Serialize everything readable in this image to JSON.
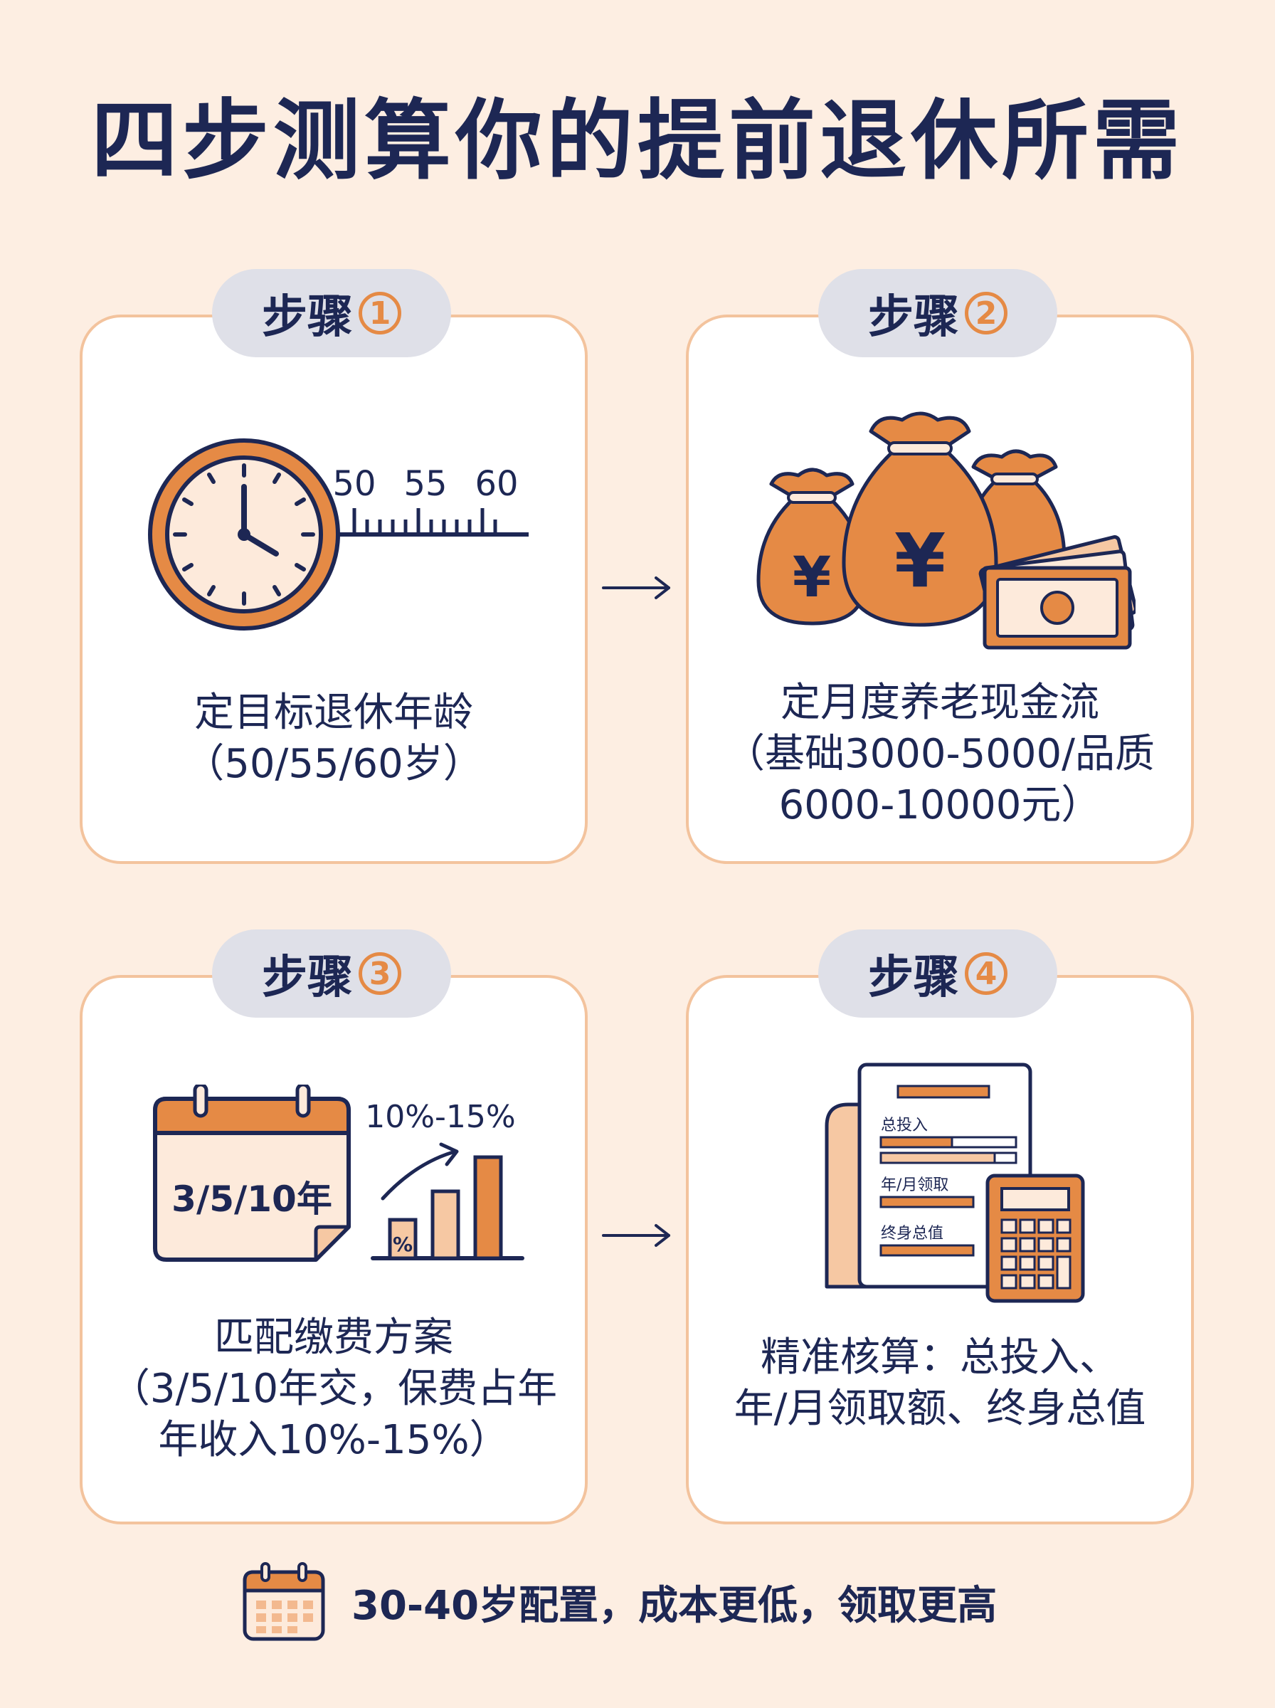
{
  "title": "四步测算你的提前退休所需",
  "steps": [
    {
      "label": "步骤",
      "number": "1",
      "desc_lines": [
        "定目标退休年龄",
        "（50/55/60岁）"
      ],
      "illustration": {
        "icon": "clock-ruler-icon",
        "ruler_labels": [
          "50",
          "55",
          "60"
        ]
      }
    },
    {
      "label": "步骤",
      "number": "2",
      "desc_lines": [
        "定月度养老现金流",
        "（基础3000-5000/品质",
        "6000-10000元）"
      ],
      "illustration": {
        "icon": "money-bags-icon",
        "currency_symbol": "¥"
      }
    },
    {
      "label": "步骤",
      "number": "3",
      "desc_lines": [
        "匹配缴费方案",
        "（3/5/10年交，保费占年",
        "年收入10%-15%）"
      ],
      "illustration": {
        "icon": "calendar-chart-icon",
        "calendar_text": "3/5/10年",
        "chart_label": "10%-15%",
        "bar_symbol": "%"
      }
    },
    {
      "label": "步骤",
      "number": "4",
      "desc_lines": [
        "精准核算：总投入、",
        "年/月领取额、终身总值"
      ],
      "illustration": {
        "icon": "document-calculator-icon",
        "doc_rows": [
          "总投入",
          "年/月领取",
          "终身总值"
        ]
      }
    }
  ],
  "footer": {
    "icon": "calendar-icon",
    "text": "30-40岁配置，成本更低，领取更高"
  },
  "colors": {
    "background": "#fdeee2",
    "navy": "#1d2754",
    "orange": "#e58a45",
    "light_orange": "#f6c8a3",
    "card_border": "#f3c39d",
    "pill": "#dfe0e8"
  }
}
